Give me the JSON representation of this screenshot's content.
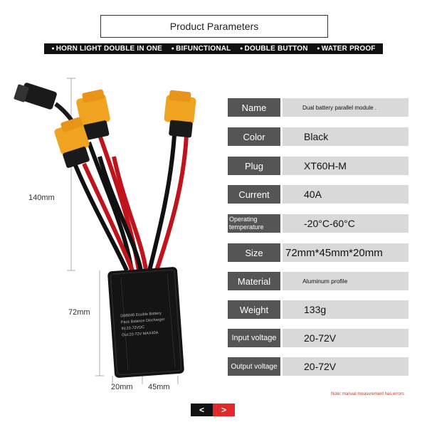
{
  "header": {
    "title": "Product Parameters"
  },
  "features": [
    "HORN LIGHT DOUBLE IN ONE",
    "BIFUNCTIONAL",
    "DOUBLE BUTTON",
    "WATER PROOF"
  ],
  "dimensions": {
    "length": "140mm",
    "height": "72mm",
    "depth": "20mm",
    "width": "45mm"
  },
  "module_label": {
    "line1": "DB6046 Double Battery",
    "line2": "Pack Balance Discharger",
    "line3": "IN:20-72VDC",
    "line4": "Out:20-72V MAX40A"
  },
  "params": [
    {
      "label": "Name",
      "value": "Dual battery parallel module ."
    },
    {
      "label": "Color",
      "value": "Black"
    },
    {
      "label": "Plug",
      "value": "XT60H-M"
    },
    {
      "label": "Current",
      "value": "40A"
    },
    {
      "label": "Operating temperature",
      "value": "-20°C-60°C"
    },
    {
      "label": "Size",
      "value": "72mm*45mm*20mm"
    },
    {
      "label": "Material",
      "value": "Aluminum profile"
    },
    {
      "label": "Weight",
      "value": "133g"
    },
    {
      "label": "Input voltage",
      "value": "20-72V"
    },
    {
      "label": "Output voltage",
      "value": "20-72V"
    }
  ],
  "note": "Note: manual measurement has errors",
  "nav": {
    "prev": "<",
    "next": ">"
  },
  "colors": {
    "header_bar": "#111111",
    "label_bg": "#555555",
    "value_bg": "#d9d9d9",
    "next_button": "#e02a2a"
  }
}
